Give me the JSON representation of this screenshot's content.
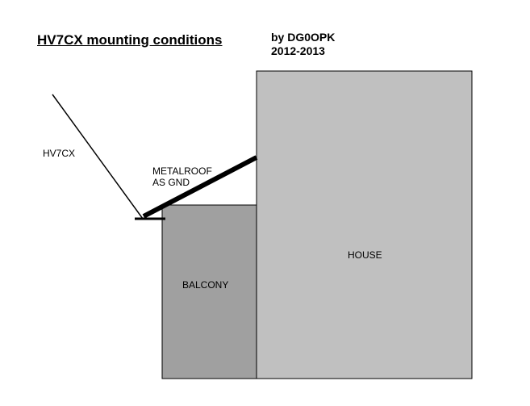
{
  "header": {
    "title": "HV7CX mounting conditions",
    "author_line1": "by DG0OPK",
    "author_line2": "2012-2013"
  },
  "labels": {
    "antenna": "HV7CX",
    "roof_line1": "METALROOF",
    "roof_line2": "AS GND",
    "balcony": "BALCONY",
    "house": "HOUSE"
  },
  "colors": {
    "house_fill": "#c0c0c0",
    "balcony_fill": "#a0a0a0",
    "outline": "#000000",
    "background": "#ffffff"
  }
}
